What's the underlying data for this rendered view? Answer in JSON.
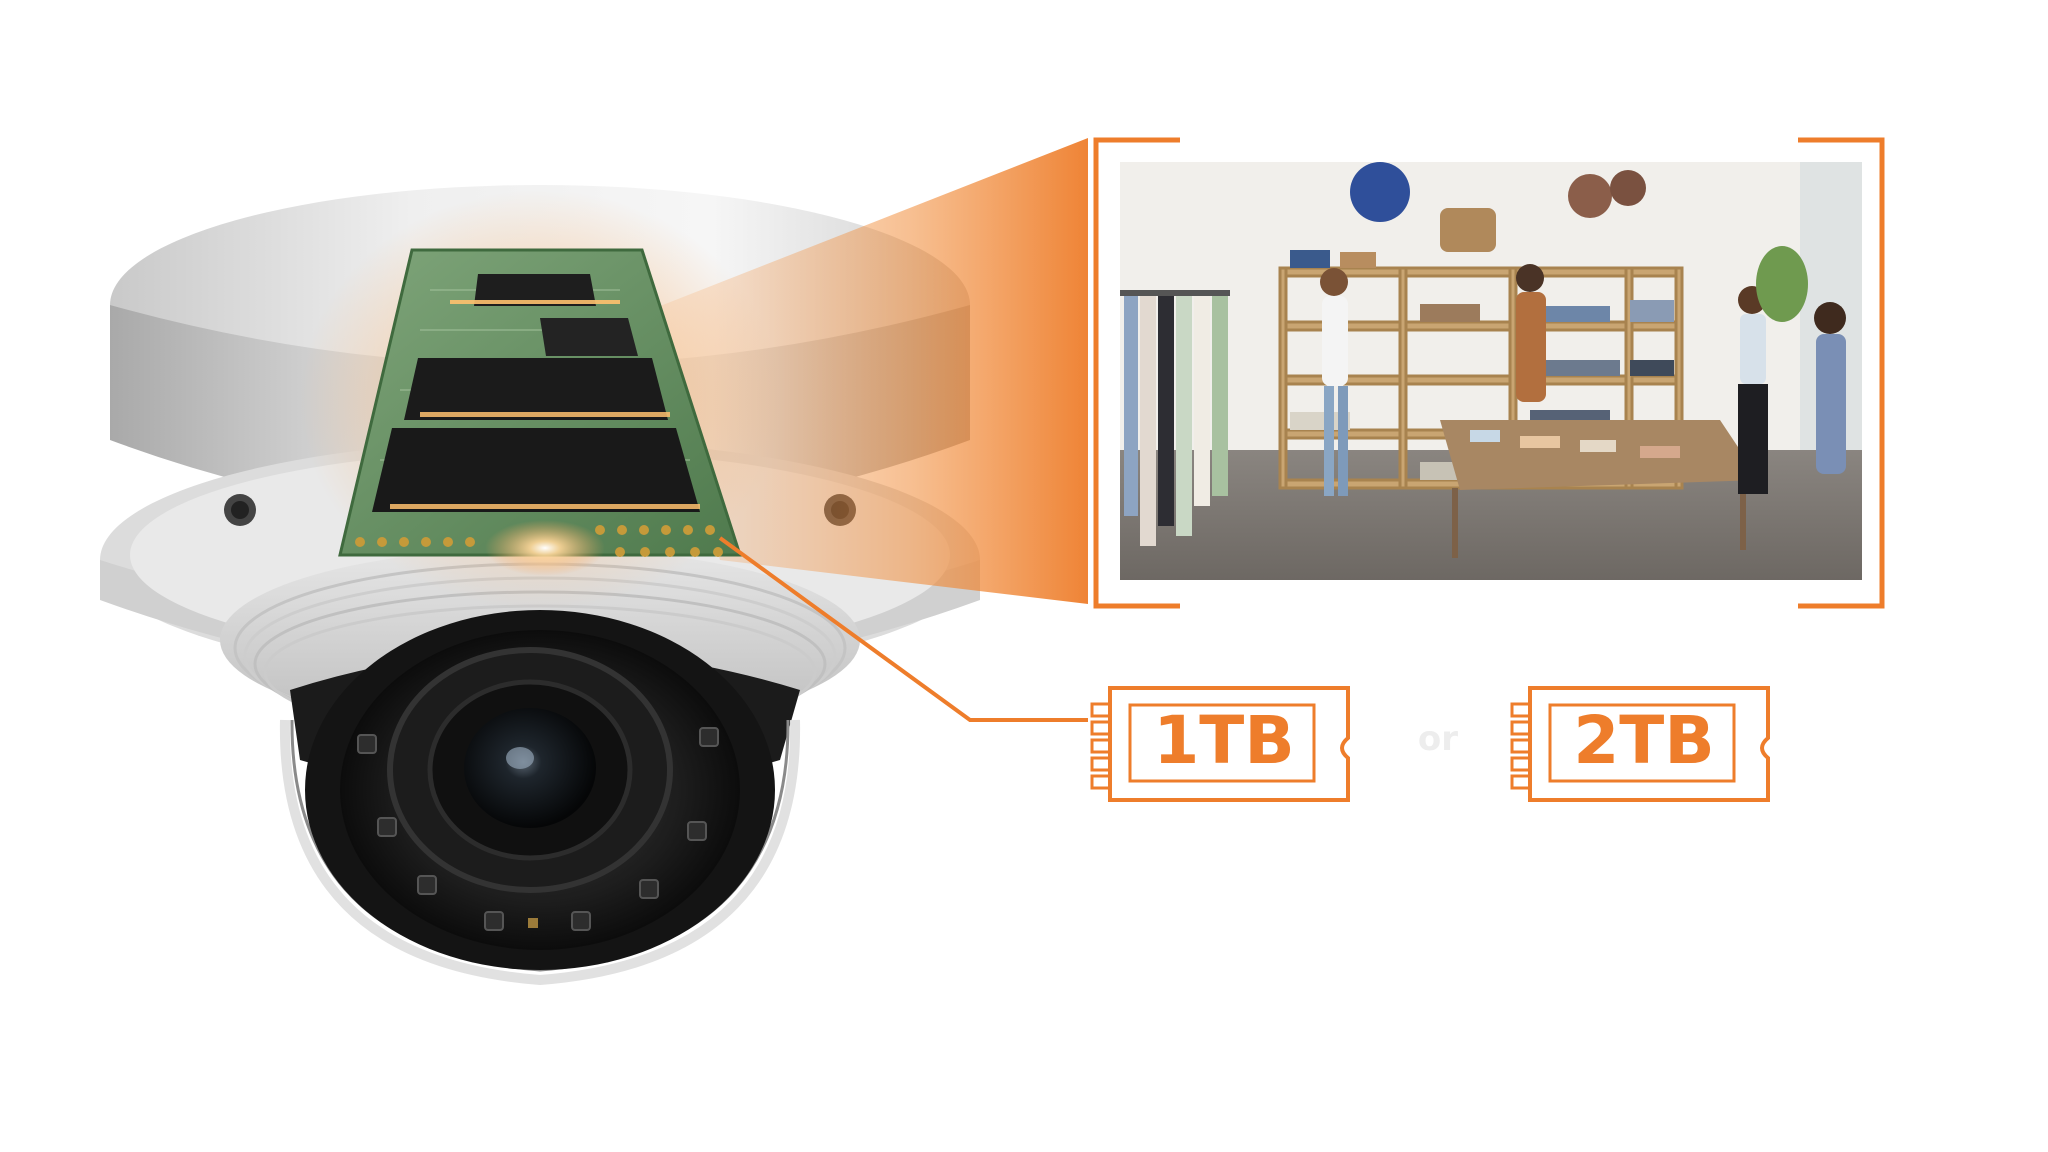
{
  "brand": {
    "accent": "#ee7d2b",
    "glow": "#f6a35a"
  },
  "storage_options": {
    "first": "1TB",
    "separator": "or",
    "second": "2TB"
  },
  "icons": {
    "camera": "dome-camera-icon",
    "card": "ssd-card-icon",
    "storage": "storage-card-icon"
  }
}
